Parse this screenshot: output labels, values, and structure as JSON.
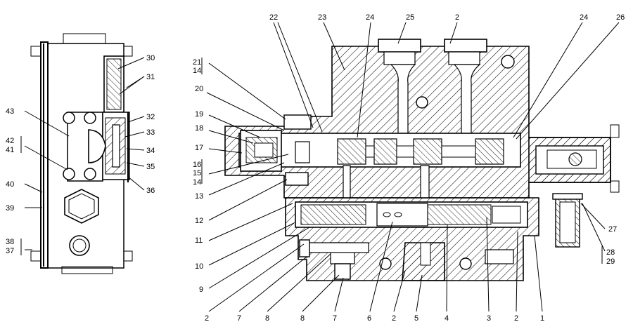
{
  "labels_left": {
    "n30": "30",
    "n31": "31",
    "n32": "32",
    "n33": "33",
    "n34": "34",
    "n35": "35",
    "n36": "36",
    "n43": "43",
    "n42": "42",
    "n41": "41",
    "n40": "40",
    "n39": "39",
    "n38": "38",
    "n37": "37"
  },
  "labels_top": [
    "22",
    "23",
    "24",
    "25",
    "2",
    "24",
    "26"
  ],
  "labels_side_left": [
    "21",
    "14",
    "20",
    "19",
    "18",
    "17",
    "16",
    "15",
    "14",
    "13",
    "12",
    "11",
    "10",
    "9"
  ],
  "labels_bottom": [
    "2",
    "7",
    "8",
    "8",
    "7",
    "6",
    "2",
    "5",
    "4",
    "3",
    "2",
    "1"
  ],
  "labels_right": [
    "27",
    "28",
    "29"
  ]
}
